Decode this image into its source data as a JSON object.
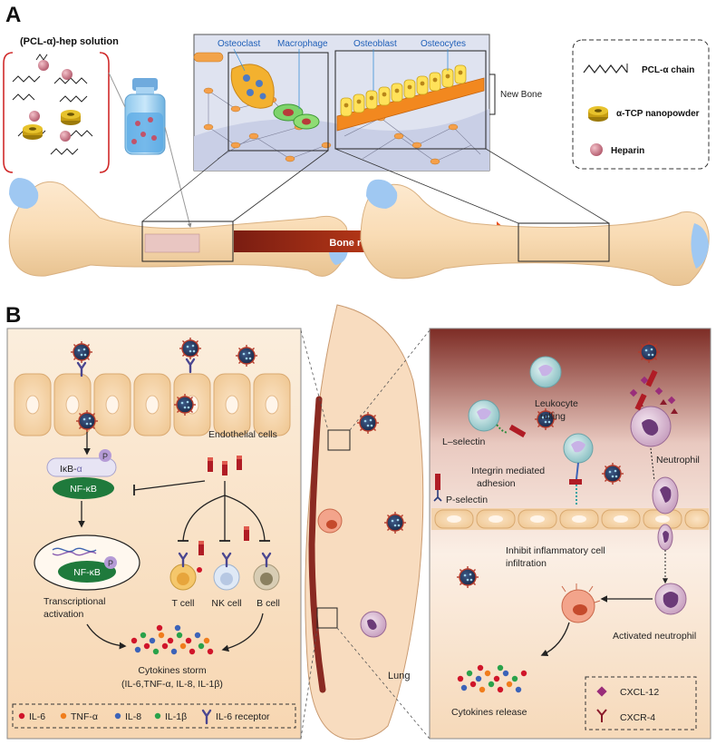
{
  "panel_a": {
    "letter": "A",
    "solution_title": "(PCL-α)-hep solution",
    "cells": {
      "osteoclast": "Osteoclast",
      "macrophage": "Macrophage",
      "osteoblast": "Osteoblast",
      "osteocytes": "Osteocytes"
    },
    "new_bone": "New Bone",
    "regeneration": "Bone regeneration",
    "legend": {
      "pcl_chain": "PCL-α  chain",
      "tcp": "α-TCP nanopowder",
      "heparin": "Heparin"
    }
  },
  "panel_b": {
    "letter": "B",
    "left": {
      "endothelial": "Endothelial cells",
      "ikb": "IκB-",
      "ikb_alpha": "α",
      "phospho": "P",
      "nfkb": "NF-κB",
      "transcription_1": "Transcriptional",
      "transcription_2": "activation",
      "t_cell": "T cell",
      "nk_cell": "NK cell",
      "b_cell": "B cell",
      "storm_1": "Cytokines storm",
      "storm_2": "(IL-6,TNF-α,  IL-8, IL-1β)",
      "legend": {
        "il6": "IL-6",
        "tnf": "TNF-α",
        "il8": "IL-8",
        "il1b": "IL-1β",
        "receptor": "IL-6 receptor"
      }
    },
    "lung": "Lung",
    "right": {
      "leukocyte_1": "Leukocyte",
      "leukocyte_2": "rolling",
      "l_selectin": "L–selectin",
      "neutrophil": "Neutrophil",
      "integrin_1": "Integrin mediated",
      "integrin_2": "adhesion",
      "p_selectin": "P-selectin",
      "inhibit_1": "Inhibit  inflammatory  cell",
      "inhibit_2": "infiltration",
      "activated": "Activated  neutrophil",
      "release": "Cytokines release",
      "legend": {
        "cxcl12": "CXCL-12",
        "cxcr4": "CXCR-4"
      }
    }
  },
  "colors": {
    "il6": "#d0152a",
    "tnf": "#f07d1c",
    "il8": "#3c63b8",
    "il1b": "#2aa24a",
    "arrow_start": "#7a1d12",
    "arrow_end": "#f3521b",
    "nfkb_green": "#1f7a3c",
    "blue_label": "#1f5fb8"
  }
}
